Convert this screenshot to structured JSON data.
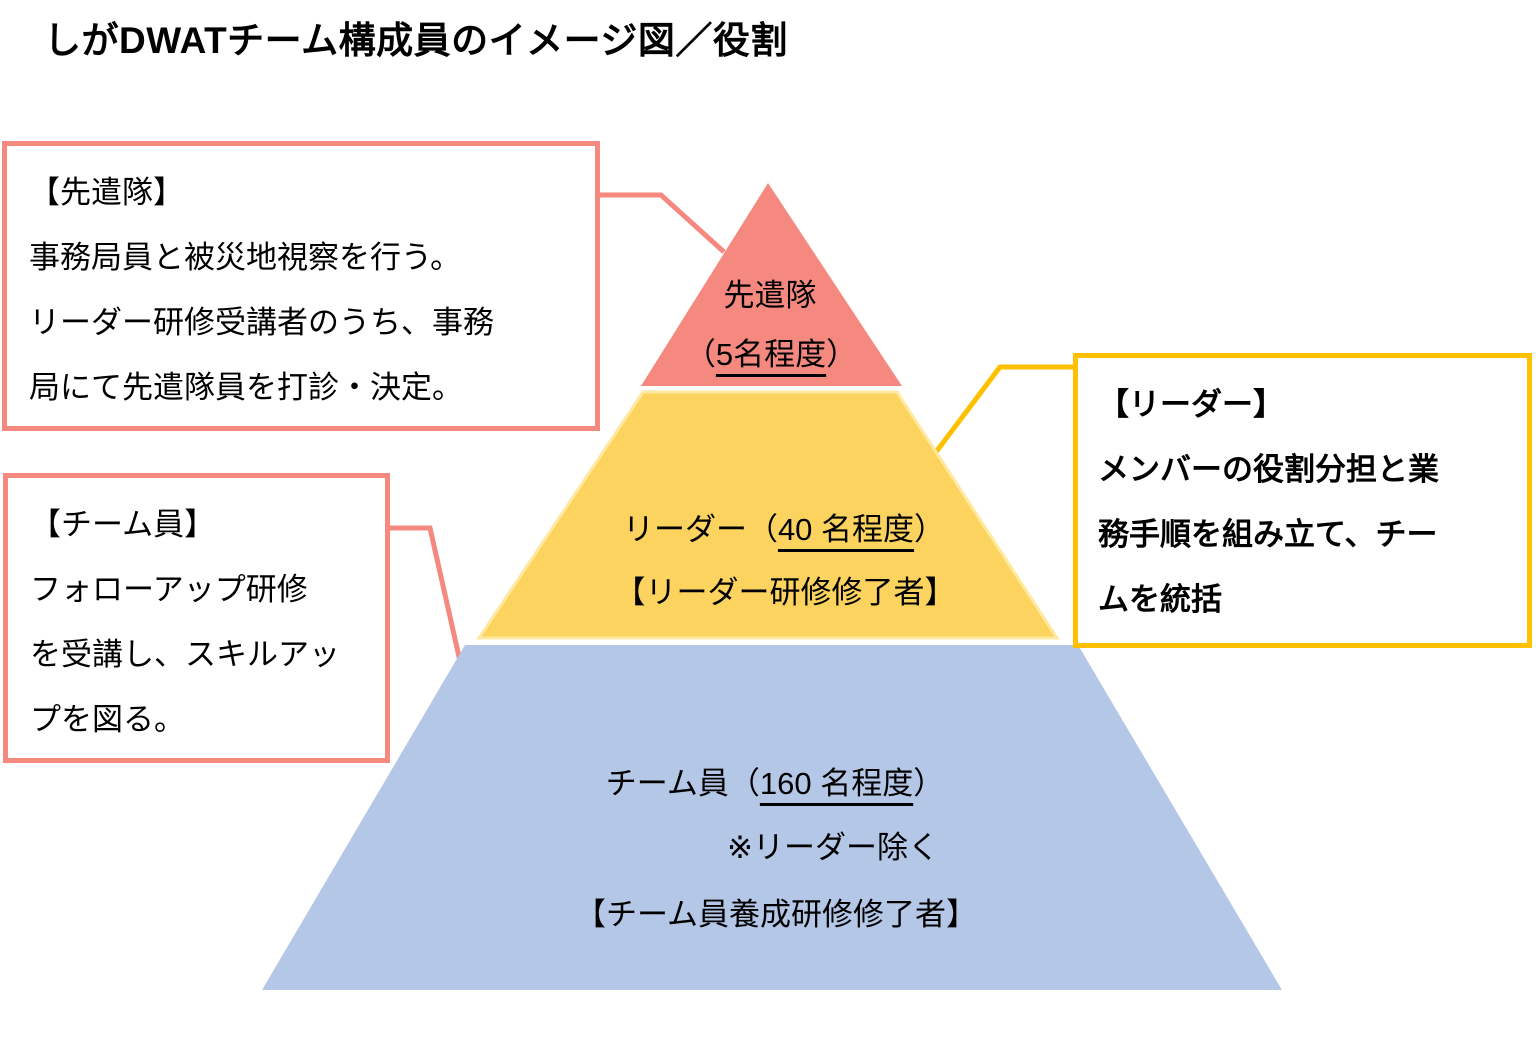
{
  "title": "しがDWATチーム構成員のイメージ図／役割",
  "colors": {
    "coral": "#F5887F",
    "yellow_fill": "#FCD35E",
    "yellow_edge": "#FFE9A0",
    "gold": "#FFC000",
    "blue": "#B4C7E7",
    "text": "#000000",
    "callout_background": "#FFFFFF"
  },
  "pyramid": {
    "tiers": [
      {
        "id": "advance-team",
        "line1": "先遣隊",
        "line2_prefix": "（",
        "line2_underlined": "5名程度",
        "line2_suffix": "）"
      },
      {
        "id": "leader",
        "line1_prefix": "リーダー（",
        "line1_underlined": "40 名程度",
        "line1_suffix": "）",
        "line2": "【リーダー研修修了者】"
      },
      {
        "id": "team-member",
        "line1_prefix": "チーム員（",
        "line1_underlined": "160 名程度",
        "line1_suffix": "）",
        "line2": "※リーダー除く",
        "line3": "【チーム員養成研修修了者】"
      }
    ]
  },
  "callouts": {
    "advance": {
      "line1": "【先遣隊】",
      "line2": "事務局員と被災地視察を行う。",
      "line3": "リーダー研修受講者のうち、事務",
      "line4": "局にて先遣隊員を打診・決定。"
    },
    "member": {
      "line1": "【チーム員】",
      "line2": "フォローアップ研修",
      "line3": "を受講し、スキルアッ",
      "line4": "プを図る。"
    },
    "leader": {
      "line1": "【リーダー】",
      "line2": "メンバーの役割分担と業",
      "line3": "務手順を組み立て、チー",
      "line4": "ムを統括"
    }
  }
}
